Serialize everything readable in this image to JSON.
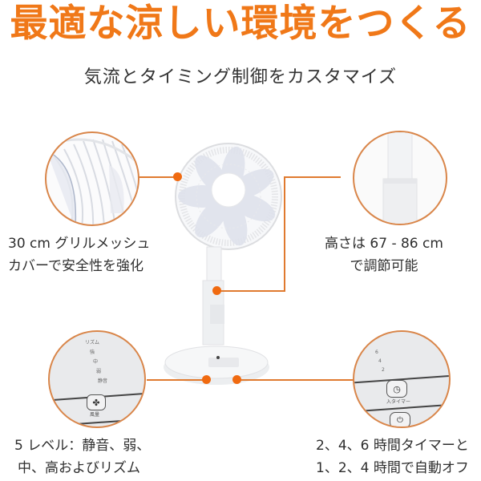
{
  "header": {
    "title": "最適な涼しい環境をつくる",
    "subtitle": "気流とタイミング制御をカスタマイズ"
  },
  "features": [
    {
      "id": "grill",
      "lines": [
        "30 cm グリルメッシュ",
        "カバーで安全性を強化"
      ]
    },
    {
      "id": "height",
      "lines": [
        "高さは 67 - 86 cm",
        "で調節可能"
      ]
    },
    {
      "id": "levels",
      "lines": [
        "5 レベル：静音、弱、",
        "中、高およびリズム"
      ]
    },
    {
      "id": "timer",
      "lines": [
        "2、4、6 時間タイマーと",
        "1、2、4 時間で自動オフ"
      ]
    }
  ],
  "panel_left": {
    "labels": [
      "リズム",
      "強",
      "中",
      "弱",
      "静音"
    ],
    "button_label": "風量",
    "icon": "fan-icon"
  },
  "panel_right": {
    "labels": [
      "6",
      "4",
      "2"
    ],
    "button_label": "入タイマー",
    "icon": "clock-icon",
    "power_icon": "power-icon"
  },
  "colors": {
    "accent": "#f07818",
    "line": "#e07a2f",
    "text": "#2e2e2e"
  }
}
